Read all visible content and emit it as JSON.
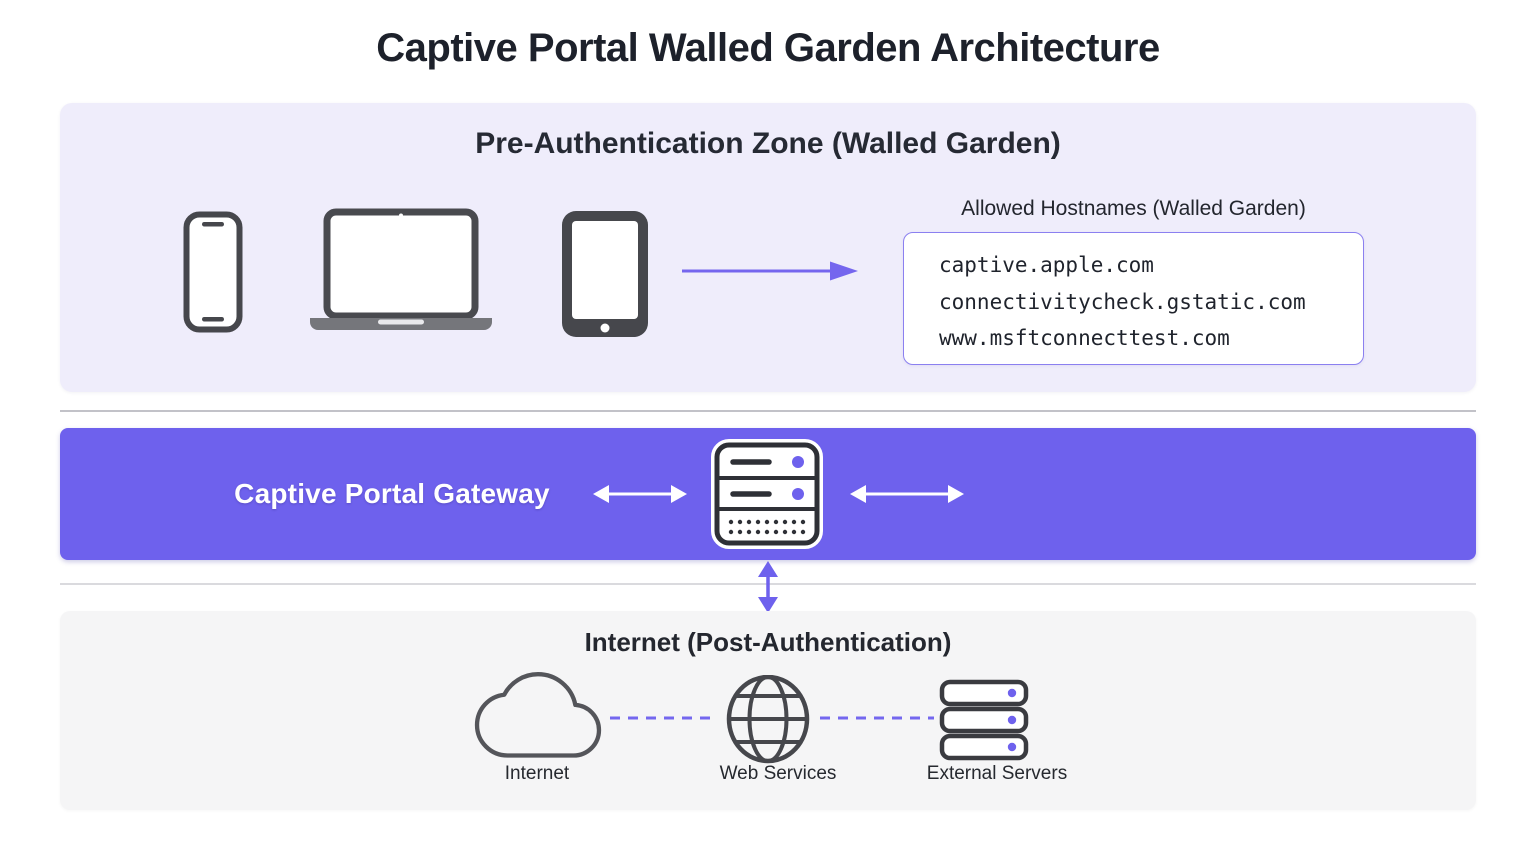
{
  "page": {
    "title": "Captive Portal Walled Garden Architecture"
  },
  "pre_auth": {
    "title": "Pre-Authentication Zone (Walled Garden)",
    "devices": [
      {
        "icon": "smartphone-icon"
      },
      {
        "icon": "laptop-icon"
      },
      {
        "icon": "tablet-icon"
      }
    ],
    "hostnames_label": "Allowed Hostnames (Walled Garden)",
    "hostnames": [
      "captive.apple.com",
      "connectivitycheck.gstatic.com",
      "www.msftconnecttest.com"
    ]
  },
  "gateway": {
    "title": "Captive Portal Gateway",
    "icon": "gateway-server-icon"
  },
  "internet": {
    "title": "Internet (Post-Authentication)",
    "nodes": [
      {
        "label": "Internet",
        "icon": "cloud-icon"
      },
      {
        "label": "Web Services",
        "icon": "globe-icon"
      },
      {
        "label": "External Servers",
        "icon": "server-stack-icon"
      }
    ]
  },
  "colors": {
    "accent_purple": "#6e61ed",
    "light_purple_border": "#8b80f0",
    "preauth_bg": "#efedfb",
    "internet_bg": "#f5f5f6",
    "icon_gray": "#46474c",
    "text_dark": "#20242e"
  }
}
